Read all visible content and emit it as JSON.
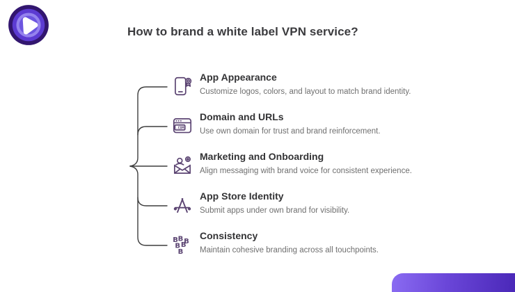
{
  "header": {
    "title": "How to brand a white label VPN service?"
  },
  "brand": {
    "logo_name": "purevpn-logo"
  },
  "items": [
    {
      "icon": "smartphone-badge-icon",
      "title": "App Appearance",
      "description": "Customize logos, colors, and layout to match brand identity."
    },
    {
      "icon": "browser-domain-icon",
      "title": "Domain and URLs",
      "description": "Use own domain for trust and brand reinforcement."
    },
    {
      "icon": "envelope-user-plus-icon",
      "title": "Marketing and Onboarding",
      "description": "Align messaging with brand voice for consistent experience."
    },
    {
      "icon": "app-store-icon",
      "title": "App Store Identity",
      "description": "Submit apps under own brand for visibility."
    },
    {
      "icon": "cluster-pattern-icon",
      "title": "Consistency",
      "description": "Maintain cohesive branding across all touchpoints."
    }
  ],
  "icons": {
    "com_label": ".COM",
    "pattern_glyph": "B"
  },
  "colors": {
    "icon_stroke": "#5b4472",
    "connector_line": "#3d3d3d",
    "title_text": "#3b3b3e",
    "item_title_text": "#333335",
    "description_text": "#6f6f6f",
    "logo_outer": "#32166f",
    "logo_ring": "#5c3bd2",
    "logo_inner_ring": "#9583ee",
    "logo_core": "#6c55e0",
    "corner_gradient_start": "#8a6bf2",
    "corner_gradient_end": "#4a28b8"
  }
}
